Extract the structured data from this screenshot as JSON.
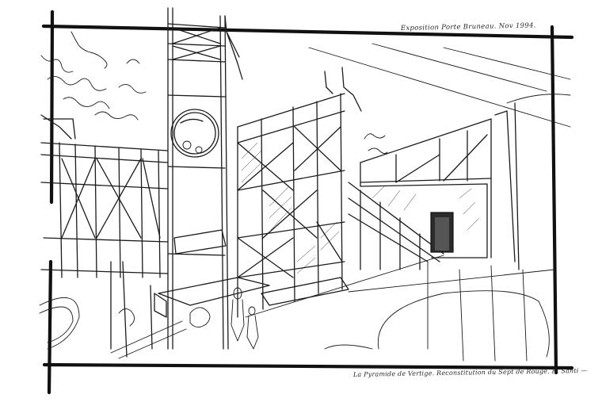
{
  "artwork": {
    "type": "pen-and-ink architectural sketch",
    "subject": "scaffolding stage set with towers, stairs, circular emblem, flags and a doorway",
    "caption_top": "Exposition Porte Bruneau. Nov 1994.",
    "caption_bottom": "La Pyramide de Vertige. Reconstitution du Sept de Rouge. R. Santi —",
    "colors": {
      "background": "#ffffff",
      "ink": "#1b1b1b",
      "frame": "#111111"
    }
  }
}
